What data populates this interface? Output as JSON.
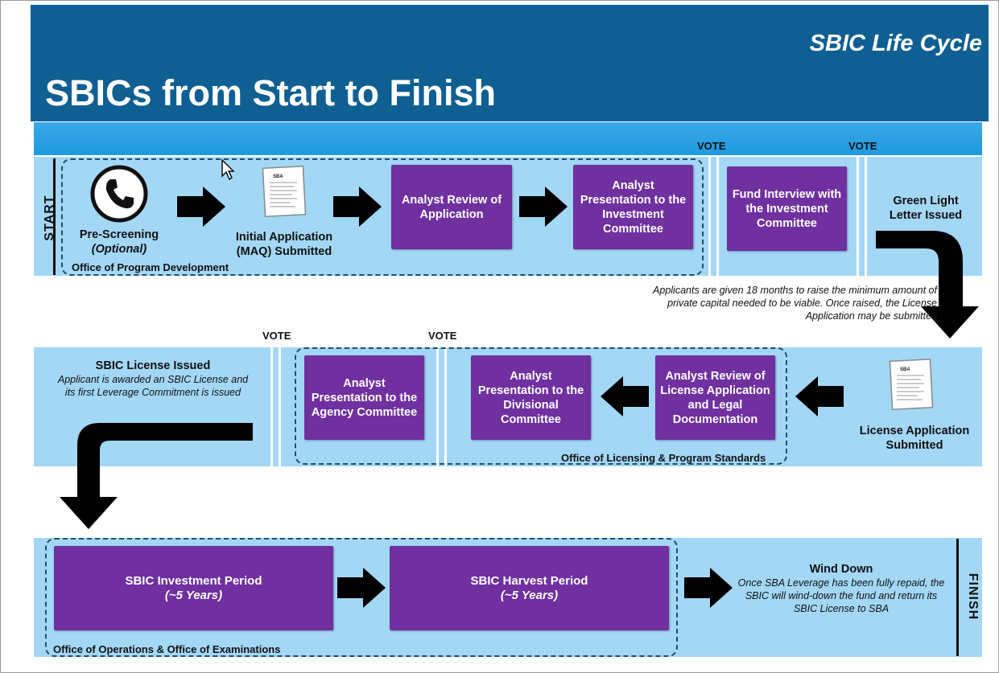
{
  "header": {
    "kicker": "SBIC Life Cycle",
    "title": "SBICs from Start to Finish"
  },
  "row1": {
    "side_label": "START",
    "votes": [
      "VOTE",
      "VOTE"
    ],
    "prescreen": {
      "title": "Pre-Screening",
      "subtitle": "(Optional)"
    },
    "initial_app": {
      "line1": "Initial Application",
      "line2": "(MAQ) Submitted"
    },
    "box_analyst_review": "Analyst Review of Application",
    "box_analyst_presentation": "Analyst Presentation to the Investment Committee",
    "box_fund_interview": "Fund Interview with the Investment Committee",
    "green_light": "Green Light Letter Issued",
    "office": "Office of Program Development"
  },
  "capital_note": "Applicants are given 18 months to raise the minimum amount of private capital needed to be viable.  Once raised, the License Application may be submitted",
  "row2": {
    "votes": [
      "VOTE",
      "VOTE"
    ],
    "license_issued": {
      "title": "SBIC License Issued",
      "note": "Applicant is awarded an SBIC License and its first Leverage Commitment is issued"
    },
    "box_agency": "Analyst Presentation to the Agency Committee",
    "box_divisional": "Analyst Presentation to the Divisional Committee",
    "box_license_review": "Analyst Review of License Application and Legal Documentation",
    "license_submitted": {
      "line1": "License Application",
      "line2": "Submitted"
    },
    "office": "Office of Licensing & Program Standards"
  },
  "row3": {
    "side_label": "FINISH",
    "investment": {
      "title": "SBIC Investment Period",
      "sub": "(~5 Years)"
    },
    "harvest": {
      "title": "SBIC Harvest Period",
      "sub": "(~5 Years)"
    },
    "wind_down": {
      "title": "Wind Down",
      "note": "Once SBA Leverage has been fully repaid, the SBIC will wind-down the fund and return its SBIC License to SBA"
    },
    "office": "Office of Operations & Office of Examinations"
  },
  "icons": [
    "phone-icon",
    "document-icon",
    "arrow-right-icon",
    "arrow-left-icon",
    "arrow-down-icon",
    "cursor-icon"
  ],
  "colors": {
    "header": "#0f5f92",
    "band": "#a3d7f6",
    "topbar": "#1e9ae0",
    "box": "#7030a0"
  }
}
